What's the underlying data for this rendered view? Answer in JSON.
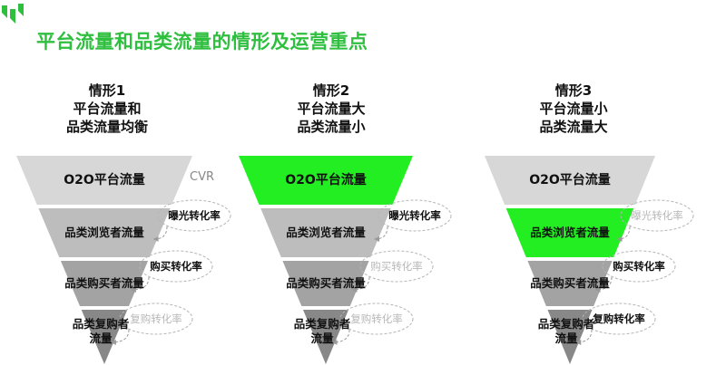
{
  "title": "平台流量和品类流量的情形及运营重点",
  "cvr_label": "CVR",
  "colors": {
    "accent": "#2fbf3f",
    "highlight": "#22ee22",
    "level1": "#d7d7d7",
    "level2": "#bdbdbd",
    "level3": "#a3a3a3",
    "level4": "#888888"
  },
  "scenarios": [
    {
      "heading": [
        "情形1",
        "平台流量和",
        "品类流量均衡"
      ],
      "highlight_level": -1,
      "levels": [
        "O2O平台流量",
        "品类浏览者流量",
        "品类购买者流量",
        "品类复购者\n流量"
      ],
      "rates": [
        {
          "label": "曝光转化率",
          "emphasis": true
        },
        {
          "label": "购买转化率",
          "emphasis": true
        },
        {
          "label": "复购转化率",
          "emphasis": false
        }
      ]
    },
    {
      "heading": [
        "情形2",
        "平台流量大",
        "品类流量小"
      ],
      "highlight_level": 0,
      "levels": [
        "O2O平台流量",
        "品类浏览者流量",
        "品类购买者流量",
        "品类复购者\n流量"
      ],
      "rates": [
        {
          "label": "曝光转化率",
          "emphasis": true
        },
        {
          "label": "购买转化率",
          "emphasis": false
        },
        {
          "label": "复购转化率",
          "emphasis": false
        }
      ]
    },
    {
      "heading": [
        "情形3",
        "平台流量小",
        "品类流量大"
      ],
      "highlight_level": 1,
      "levels": [
        "O2O平台流量",
        "品类浏览者流量",
        "品类购买者流量",
        "品类复购者\n流量"
      ],
      "rates": [
        {
          "label": "曝光转化率",
          "emphasis": false
        },
        {
          "label": "购买转化率",
          "emphasis": true
        },
        {
          "label": "复购转化率",
          "emphasis": true
        }
      ]
    }
  ]
}
